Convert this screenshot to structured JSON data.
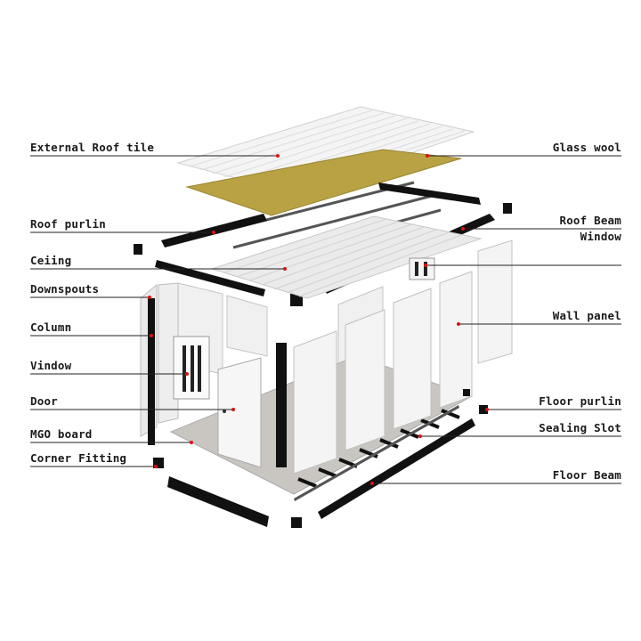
{
  "labels_left": [
    {
      "id": "external-roof-tile",
      "text": "External Roof tile"
    },
    {
      "id": "roof-purlin",
      "text": "Roof purlin"
    },
    {
      "id": "ceiling",
      "text": "Ceiing"
    },
    {
      "id": "downspouts",
      "text": "Downspouts"
    },
    {
      "id": "column",
      "text": "Column"
    },
    {
      "id": "vindow",
      "text": "Vindow"
    },
    {
      "id": "door",
      "text": "Door"
    },
    {
      "id": "mgo-board",
      "text": "MGO board"
    },
    {
      "id": "corner-fitting",
      "text": "Corner Fitting"
    }
  ],
  "labels_right": [
    {
      "id": "glass-wool",
      "text": "Glass wool"
    },
    {
      "id": "roof-beam",
      "text": "Roof Beam"
    },
    {
      "id": "window",
      "text": "Window"
    },
    {
      "id": "wall-panel",
      "text": "Wall panel"
    },
    {
      "id": "floor-purlin",
      "text": "Floor purlin"
    },
    {
      "id": "sealing-slot",
      "text": "Sealing Slot"
    },
    {
      "id": "floor-beam",
      "text": "Floor Beam"
    }
  ],
  "colors": {
    "steel": "#111111",
    "panel": "#f2f2f2",
    "glass_wool": "#b8a040",
    "leader_line": "#222222",
    "marker": "#dd1111"
  }
}
